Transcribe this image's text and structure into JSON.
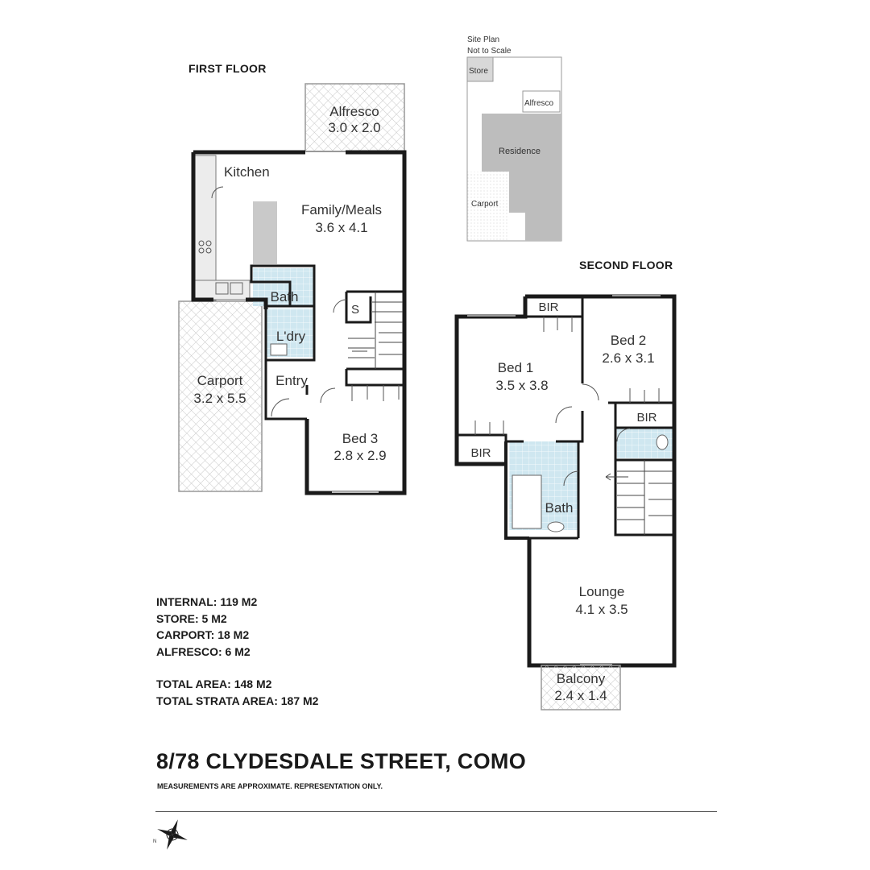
{
  "first_floor": {
    "heading": "FIRST FLOOR",
    "rooms": {
      "alfresco": {
        "name": "Alfresco",
        "size": "3.0 x 2.0"
      },
      "kitchen": {
        "name": "Kitchen"
      },
      "family_meals": {
        "name": "Family/Meals",
        "size": "3.6 x 4.1"
      },
      "bath": {
        "name": "Bath"
      },
      "store_s": {
        "name": "S"
      },
      "laundry": {
        "name": "L'dry"
      },
      "entry": {
        "name": "Entry"
      },
      "carport": {
        "name": "Carport",
        "size": "3.2 x 5.5"
      },
      "bed3": {
        "name": "Bed 3",
        "size": "2.8 x 2.9"
      }
    }
  },
  "second_floor": {
    "heading": "SECOND FLOOR",
    "rooms": {
      "bir_top": {
        "name": "BIR"
      },
      "bed1": {
        "name": "Bed 1",
        "size": "3.5 x 3.8"
      },
      "bed2": {
        "name": "Bed 2",
        "size": "2.6 x 3.1"
      },
      "bir_bed2": {
        "name": "BIR"
      },
      "bir_bed1": {
        "name": "BIR"
      },
      "bath": {
        "name": "Bath"
      },
      "lounge": {
        "name": "Lounge",
        "size": "4.1 x 3.5"
      },
      "balcony": {
        "name": "Balcony",
        "size": "2.4 x 1.4"
      }
    }
  },
  "site_plan": {
    "title": "Site Plan",
    "subtitle": "Not to Scale",
    "labels": {
      "store": "Store",
      "alfresco": "Alfresco",
      "residence": "Residence",
      "carport": "Carport"
    }
  },
  "areas": {
    "internal": "INTERNAL: 119 M2",
    "store": "STORE: 5 M2",
    "carport": "CARPORT: 18 M2",
    "alfresco": "ALFRESCO: 6 M2",
    "total": "TOTAL AREA: 148 M2",
    "total_strata": "TOTAL STRATA AREA: 187 M2"
  },
  "address": "8/78 CLYDESDALE STREET, COMO",
  "disclaimer": "MEASUREMENTS ARE APPROXIMATE. REPRESENTATION ONLY.",
  "compass": {
    "label": "N",
    "icon": "compass-icon"
  },
  "colors": {
    "wall": "#1a1a1a",
    "wet_area_tile": "#cfe7f0",
    "site_residence": "#bdbdbd",
    "site_outline": "#9a9a9a",
    "bench": "#c9c9c9"
  }
}
